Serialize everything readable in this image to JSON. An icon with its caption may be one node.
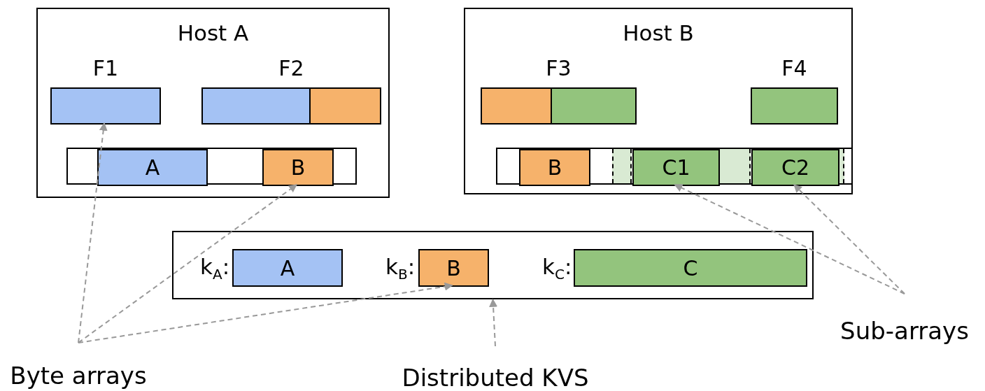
{
  "diagram": {
    "nodes": [
      {
        "text": [
          "Host A"
        ]
      },
      {
        "text": [
          "F1"
        ],
        "in": 0
      },
      {
        "text": [
          "F2"
        ],
        "in": 0
      },
      {
        "text": [
          "A"
        ],
        "in": 0
      },
      {
        "text": [
          "B"
        ],
        "in": 0
      },
      {
        "text": [
          "Host B"
        ]
      },
      {
        "text": [
          "F3"
        ],
        "in": 5
      },
      {
        "text": [
          "F4"
        ],
        "in": 5
      },
      {
        "text": [
          "B"
        ],
        "in": 5
      },
      {
        "text": [
          "C1"
        ],
        "in": 5
      },
      {
        "text": [
          "C2"
        ],
        "in": 5
      },
      {
        "text": [],
        "shape": "box"
      },
      {
        "text": [
          "A"
        ],
        "in": 11,
        "beside": [
          "k$_{A}$:"
        ]
      },
      {
        "text": [
          "B"
        ],
        "in": 11,
        "beside": [
          "k$_{B}$:"
        ]
      },
      {
        "text": [
          "C"
        ],
        "in": 11,
        "beside": [
          "k$_{C}$:"
        ]
      },
      {
        "text": [
          "Byte arrays"
        ]
      },
      {
        "text": [
          "Distributed KVS"
        ]
      },
      {
        "text": [
          "Sub-arrays"
        ]
      }
    ],
    "edges": [
      {
        "from": 15,
        "to": 1,
        "arrow": "to",
        "style": "dashed"
      },
      {
        "from": 15,
        "to": 4,
        "arrow": "to",
        "style": "dashed"
      },
      {
        "from": 15,
        "to": 13,
        "arrow": "to",
        "style": "dashed"
      },
      {
        "from": 16,
        "to": 11,
        "arrow": "to",
        "style": "dashed"
      },
      {
        "from": 17,
        "to": 9,
        "arrow": "to",
        "style": "dashed"
      },
      {
        "from": 17,
        "to": 10,
        "arrow": "to",
        "style": "dashed"
      }
    ]
  }
}
